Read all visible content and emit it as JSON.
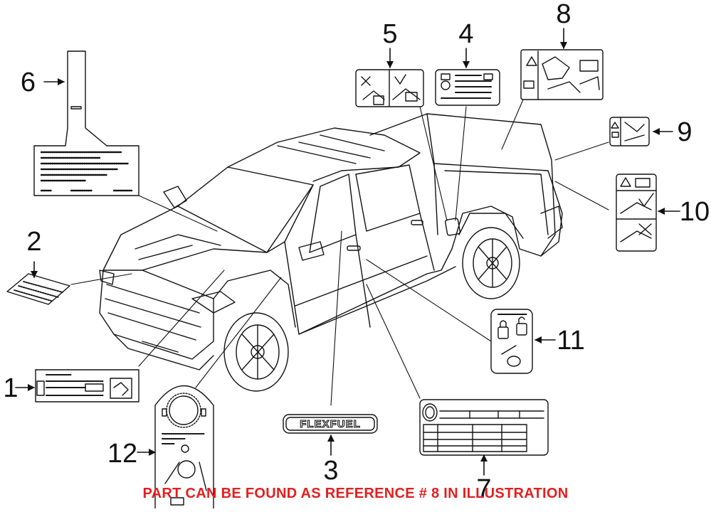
{
  "callouts": {
    "c1": "1",
    "c2": "2",
    "c3": "3",
    "c4": "4",
    "c5": "5",
    "c6": "6",
    "c7": "7",
    "c8": "8",
    "c9": "9",
    "c10": "10",
    "c11": "11",
    "c12": "12"
  },
  "labels": {
    "flexfuel_text": "FLEXFUEL"
  },
  "footer_note": "PART CAN BE FOUND AS REFERENCE # 8 IN ILLUSTRATION",
  "colors": {
    "line": "#111111",
    "note": "#e41e1e",
    "background": "#ffffff"
  }
}
